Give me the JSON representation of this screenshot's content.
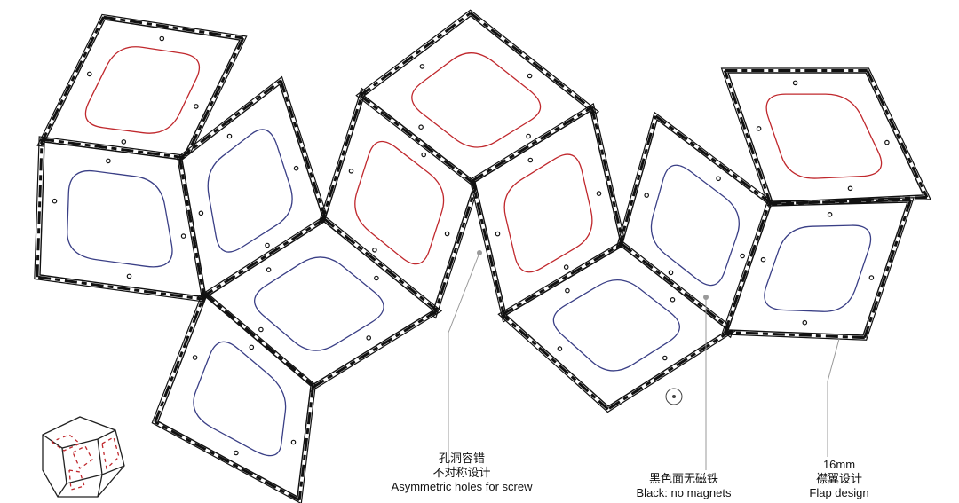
{
  "annotations": {
    "holes": {
      "zh_line1": "孔洞容错",
      "zh_line2": "不对称设计",
      "en": "Asymmetric holes for screw"
    },
    "black": {
      "zh": "黑色面无磁铁",
      "en": "Black: no magnets"
    },
    "flap": {
      "size": "16mm",
      "zh": "襟翼设计",
      "en": "Flap design"
    }
  },
  "colors": {
    "outline": "#111111",
    "magnet_window": "#c0282d",
    "plain_window": "#3a3f86",
    "leader": "#9a9a9a"
  }
}
